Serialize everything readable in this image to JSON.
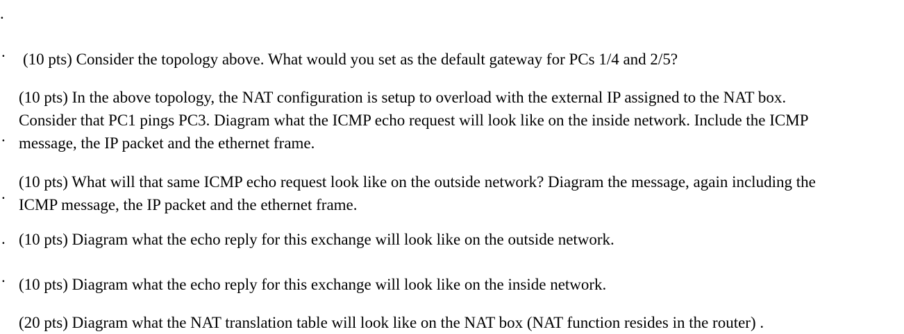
{
  "page": {
    "background": "#ffffff",
    "text_color": "#000000",
    "description_note": "numbered list of questions; list numbers are clipped by the left edge so only the trailing period of each marker is visible"
  },
  "questions": [
    {
      "marker": ".",
      "points_label": "(10 pts)",
      "lines": [
        "(10 pts) Consider the topology above. What would you set as the default gateway for PCs 1/4 and 2/5?"
      ]
    },
    {
      "marker": ".",
      "points_label": "(10 pts)",
      "lines": [
        "(10 pts) In the above topology, the NAT configuration is setup to overload with the external IP assigned to the NAT box.",
        "Consider that PC1 pings PC3. Diagram what the ICMP echo request will look like on the inside network. Include the ICMP",
        "message, the IP packet and the ethernet frame."
      ]
    },
    {
      "marker": ".",
      "points_label": "(10 pts)",
      "lines": [
        "(10 pts) What will that same ICMP echo request look like on the outside network? Diagram the message, again including the",
        "ICMP message, the IP packet and the ethernet frame."
      ]
    },
    {
      "marker": ".",
      "points_label": "(10 pts)",
      "lines": [
        "(10 pts) Diagram what the echo reply for this exchange will look like on the outside network."
      ]
    },
    {
      "marker": ".",
      "points_label": "(10 pts)",
      "lines": [
        "(10 pts) Diagram what the echo reply for this exchange will look like on the inside network."
      ]
    },
    {
      "marker": ".",
      "points_label": "(20 pts)",
      "lines": [
        "(20 pts) Diagram what the NAT translation table will look like on the NAT box (NAT function resides in the router) ."
      ]
    }
  ]
}
